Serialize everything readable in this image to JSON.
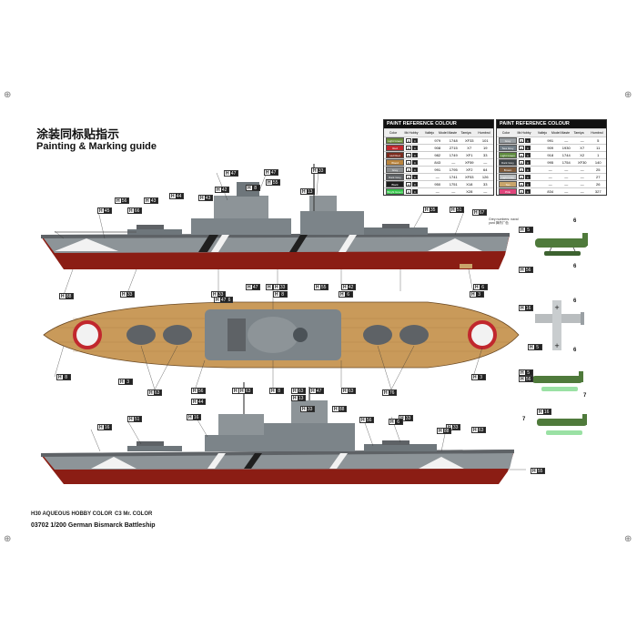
{
  "page": {
    "title_cn": "涂装同标贴指示",
    "title_en": "Painting & Marking guide",
    "legend_aqueous": "H30  AQUEOUS HOBBY COLOR",
    "legend_mr": "C3  Mr. COLOR",
    "product": "03702 1/200 German Bismarck Battleship",
    "reg_mark": "⊕"
  },
  "reference_tables": [
    {
      "header": "PAINT REFERENCE COLOUR",
      "columns": [
        "Color",
        "Mr.Hobby",
        "Vallejo",
        "Model Master",
        "Tamiya",
        "Humbrol"
      ],
      "rows": [
        {
          "color_name": "Light Green",
          "hex": "#6b8e3a",
          "h": "H",
          "c": "C",
          "vallejo": "979",
          "model_master": "1748",
          "tamiya": "XF33",
          "humbrol": "101"
        },
        {
          "color_name": "Red",
          "hex": "#c1272d",
          "h": "H",
          "c": "C",
          "vallejo": "908",
          "model_master": "2715",
          "tamiya": "X7",
          "humbrol": "19"
        },
        {
          "color_name": "Hull Red",
          "hex": "#7a2a1d",
          "h": "H",
          "c": "C",
          "vallejo": "982",
          "model_master": "1749",
          "tamiya": "XF1",
          "humbrol": "33"
        },
        {
          "color_name": "Wood",
          "hex": "#b9843e",
          "h": "H",
          "c": "C",
          "vallejo": "843",
          "model_master": "—",
          "tamiya": "XF59",
          "humbrol": "—"
        },
        {
          "color_name": "Grey",
          "hex": "#8a8d8f",
          "h": "H",
          "c": "C",
          "vallejo": "991",
          "model_master": "1795",
          "tamiya": "XF2",
          "humbrol": "64"
        },
        {
          "color_name": "Dark Grey",
          "hex": "#5e6266",
          "h": "H",
          "c": "C",
          "vallejo": "—",
          "model_master": "1741",
          "tamiya": "XF53",
          "humbrol": "126"
        },
        {
          "color_name": "Black",
          "hex": "#1c1c1c",
          "h": "H",
          "c": "C",
          "vallejo": "950",
          "model_master": "1751",
          "tamiya": "X18",
          "humbrol": "33"
        },
        {
          "color_name": "Bright Green",
          "hex": "#35c44a",
          "h": "H",
          "c": "C",
          "vallejo": "—",
          "model_master": "—",
          "tamiya": "X28",
          "humbrol": "—"
        }
      ]
    },
    {
      "header": "PAINT REFERENCE COLOUR",
      "columns": [
        "Color",
        "Mr.Hobby",
        "Vallejo",
        "Model Master",
        "Tamiya",
        "Humbrol"
      ],
      "rows": [
        {
          "color_name": "Grey",
          "hex": "#9aa0a4",
          "h": "H",
          "c": "C",
          "vallejo": "991",
          "model_master": "—",
          "tamiya": "—",
          "humbrol": "5"
        },
        {
          "color_name": "Sea Grey",
          "hex": "#6f7b84",
          "h": "H",
          "c": "C",
          "vallejo": "909",
          "model_master": "1930",
          "tamiya": "X7",
          "humbrol": "11"
        },
        {
          "color_name": "Light Green",
          "hex": "#5d8a3c",
          "h": "H",
          "c": "C",
          "vallejo": "918",
          "model_master": "1744",
          "tamiya": "X2",
          "humbrol": "1"
        },
        {
          "color_name": "Dark Grey",
          "hex": "#3e4448",
          "h": "H",
          "c": "C",
          "vallejo": "995",
          "model_master": "1754",
          "tamiya": "XF30",
          "humbrol": "140"
        },
        {
          "color_name": "Brown",
          "hex": "#7e5a3a",
          "h": "H",
          "c": "C",
          "vallejo": "—",
          "model_master": "—",
          "tamiya": "—",
          "humbrol": "25"
        },
        {
          "color_name": "Light Grey",
          "hex": "#b9bdbf",
          "h": "H",
          "c": "C",
          "vallejo": "—",
          "model_master": "—",
          "tamiya": "—",
          "humbrol": "27"
        },
        {
          "color_name": "Tan",
          "hex": "#c9a56a",
          "h": "H",
          "c": "C",
          "vallejo": "—",
          "model_master": "—",
          "tamiya": "—",
          "humbrol": "26"
        },
        {
          "color_name": "Pink",
          "hex": "#e0457b",
          "h": "H",
          "c": "C",
          "vallejo": "834",
          "model_master": "—",
          "tamiya": "—",
          "humbrol": "327"
        }
      ]
    }
  ],
  "tags": {
    "profile_top": [
      {
        "h": "H",
        "n": "47"
      },
      {
        "h": "H",
        "n": "42"
      },
      {
        "h": "H",
        "n": "55"
      },
      {
        "h": "H",
        "n": "8"
      },
      {
        "h": "H",
        "n": "33"
      },
      {
        "h": "H",
        "n": "13"
      },
      {
        "h": "H",
        "n": "47"
      },
      {
        "h": "H",
        "n": "43"
      },
      {
        "h": "H",
        "n": "44"
      },
      {
        "h": "H",
        "n": "66"
      },
      {
        "h": "H",
        "n": "45"
      },
      {
        "h": "H",
        "n": "56"
      },
      {
        "h": "H",
        "n": "43"
      },
      {
        "h": "H",
        "n": "35"
      },
      {
        "h": "H",
        "n": "51"
      },
      {
        "h": "H",
        "n": "67"
      },
      {
        "h": "H",
        "n": "88"
      },
      {
        "h": "H",
        "n": "33"
      },
      {
        "h": "H",
        "n": "33"
      },
      {
        "h": "H",
        "n": "8"
      },
      {
        "h": "H",
        "n": "6"
      },
      {
        "h": "H",
        "n": "3"
      }
    ],
    "deck": [
      {
        "h": "H",
        "n": "76"
      },
      {
        "h": "H",
        "n": "56"
      },
      {
        "h": "H",
        "n": "8"
      },
      {
        "h": "H",
        "n": "63"
      },
      {
        "h": "H",
        "n": "8"
      },
      {
        "h": "H",
        "n": "56"
      },
      {
        "h": "H",
        "n": "63"
      },
      {
        "h": "H",
        "n": "3"
      },
      {
        "h": "H",
        "n": "3"
      },
      {
        "h": "H",
        "n": "76"
      },
      {
        "h": "H",
        "n": "47"
      },
      {
        "h": "H",
        "n": "63"
      },
      {
        "h": "H",
        "n": "47"
      },
      {
        "h": "H",
        "n": "42"
      },
      {
        "h": "H",
        "n": "47"
      },
      {
        "h": "H",
        "n": "6"
      },
      {
        "h": "H",
        "n": "33"
      },
      {
        "h": "H",
        "n": "55"
      }
    ],
    "profile_bottom": [
      {
        "h": "H",
        "n": "47"
      },
      {
        "h": "H",
        "n": "44"
      },
      {
        "h": "H",
        "n": "63"
      },
      {
        "h": "H",
        "n": "51"
      },
      {
        "h": "H",
        "n": "16"
      },
      {
        "h": "H",
        "n": "16"
      },
      {
        "h": "H",
        "n": "13"
      },
      {
        "h": "H",
        "n": "33"
      },
      {
        "h": "H",
        "n": "88"
      },
      {
        "h": "H",
        "n": "56"
      },
      {
        "h": "H",
        "n": "33"
      },
      {
        "h": "H",
        "n": "6"
      },
      {
        "h": "H",
        "n": "33"
      },
      {
        "h": "H",
        "n": "88"
      },
      {
        "h": "H",
        "n": "63"
      },
      {
        "h": "H",
        "n": "55"
      }
    ],
    "planes": [
      {
        "h": "H",
        "n": "5"
      },
      {
        "h": "H",
        "n": "56"
      },
      {
        "h": "H",
        "n": "16"
      },
      {
        "h": "H",
        "n": "5"
      },
      {
        "h": "H",
        "n": "5"
      },
      {
        "h": "H",
        "n": "56"
      },
      {
        "h": "H",
        "n": "16"
      }
    ]
  },
  "plane_labels": [
    "6",
    "6",
    "6",
    "6",
    "7",
    "7"
  ],
  "note_text": "Grey numbers: naval yard\n弹药厂色",
  "colors": {
    "hull_grey": "#8d9498",
    "dark_grey": "#4b5257",
    "hull_red": "#8b1d14",
    "deck_wood": "#c99a5a",
    "plane_green": "#4f7a3b",
    "camo_white": "#f2f2f2",
    "camo_black": "#1f1f1f"
  }
}
